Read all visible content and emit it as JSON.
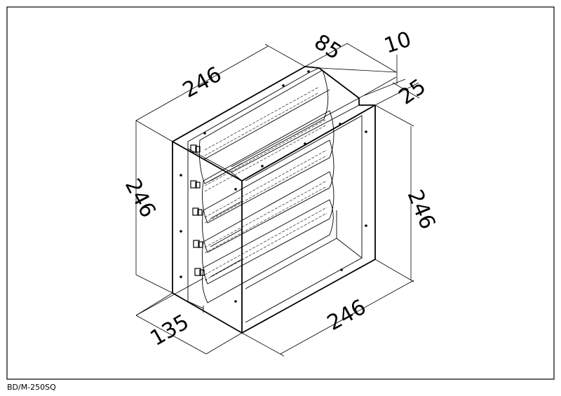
{
  "drawing": {
    "model_code": "BD/M-250SQ",
    "dimensions": {
      "top_width": "246",
      "left_height": "246",
      "right_height": "246",
      "bottom_width": "246",
      "depth": "135",
      "blade_depth": "85",
      "flange_thickness": "10",
      "flange_offset": "25"
    }
  }
}
